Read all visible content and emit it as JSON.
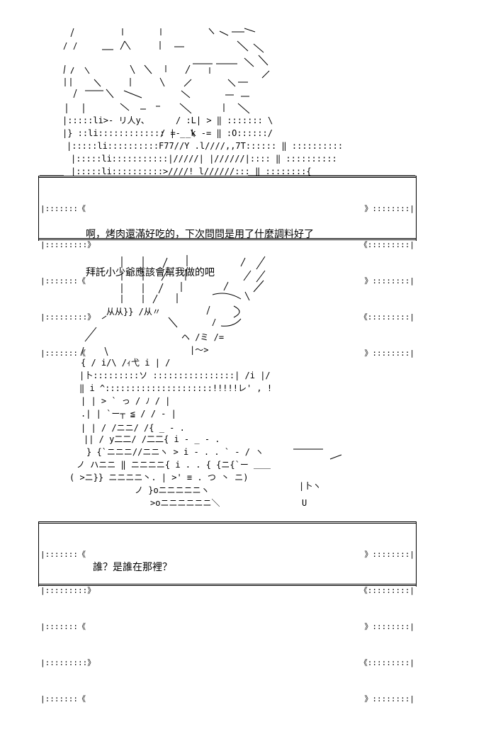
{
  "dialogue_1": {
    "lines": [
      "啊，烤肉還滿好吃的，下次問問是用了什麼調料好了",
      "拜託小少爺應該會幫我做的吧"
    ]
  },
  "dialogue_2": {
    "lines": [
      "誰？是誰在那裡？"
    ]
  },
  "frame": {
    "left_side": [
      "|:::::::《",
      "|:::::::::》",
      "|:::::::《",
      "|:::::::::》",
      "|:::::::《"
    ],
    "right_side": [
      "》::::::::|",
      "《:::::::::|",
      "》::::::::|",
      "《:::::::::|",
      "》::::::::|"
    ]
  }
}
